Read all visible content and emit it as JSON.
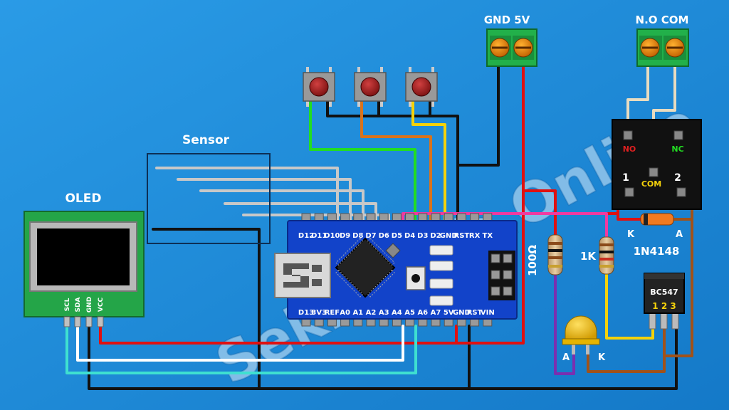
{
  "labels": {
    "oled": "OLED",
    "sensor": "Sensor",
    "gnd5v": "GND 5V",
    "nocom": "N.O COM",
    "watermark": "Sekhohub.Online",
    "r100": "100Ω",
    "r1k": "1K",
    "diode": "1N4148",
    "diode_k": "K",
    "diode_a": "A",
    "transistor": "BC547",
    "pins123": "1 2 3",
    "led_a": "A",
    "led_k": "K",
    "relay_no": "NO",
    "relay_nc": "NC",
    "relay_com": "COM",
    "relay_1": "1",
    "relay_2": "2"
  },
  "oled_pins": [
    "SCL",
    "SDA",
    "GND",
    "VCC"
  ],
  "nano_top_pins": [
    "D12",
    "D11",
    "D10",
    "D9",
    "D8",
    "D7",
    "D6",
    "D5",
    "D4",
    "D3",
    "D2",
    "GND",
    "RST",
    "RX",
    "TX"
  ],
  "nano_bottom_pins": [
    "D13",
    "3V3",
    "REF",
    "A0",
    "A1",
    "A2",
    "A3",
    "A4",
    "A5",
    "A6",
    "A7",
    "5V",
    "GND",
    "RST",
    "VIN"
  ],
  "colors": {
    "background": "#1e88d6",
    "wire_black": "#111111",
    "wire_red": "#e01010",
    "wire_green": "#22dd22",
    "wire_orange": "#d9731c",
    "wire_yellow": "#f5d20a",
    "wire_pink": "#f03aa0",
    "wire_white": "#ffffff",
    "wire_cyan": "#3fe0d0",
    "wire_purple": "#7a2fb0",
    "wire_brown": "#a0521a",
    "nano_board": "#1243c9",
    "oled_board": "#24a548"
  }
}
